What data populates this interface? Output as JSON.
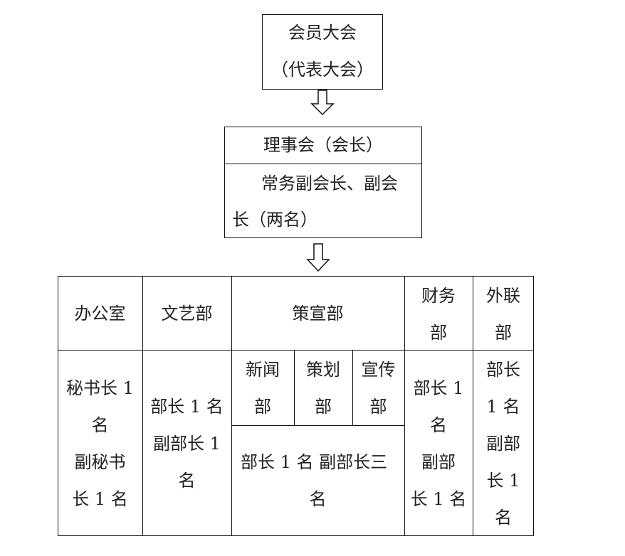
{
  "assembly": {
    "line1": "会员大会",
    "line2": "（代表大会）"
  },
  "council": {
    "title": "理事会（会长）",
    "body_line1": "常务副会长、副会",
    "body_line2": "长（两名）"
  },
  "departments": {
    "office": {
      "name": "办公室",
      "staff_line1": "秘书长 1",
      "staff_line2": "名",
      "staff_line3": "副秘书",
      "staff_line4": "长 1 名"
    },
    "arts": {
      "name": "文艺部",
      "staff_line1": "部长 1 名",
      "staff_line2": "副部长 1",
      "staff_line3": "名"
    },
    "planning": {
      "name": "策宣部",
      "sub_news_line1": "新闻",
      "sub_news_line2": "部",
      "sub_plan_line1": "策划",
      "sub_plan_line2": "部",
      "sub_promo_line1": "宣传",
      "sub_promo_line2": "部",
      "staff_line1": "部长 1 名  副部长三",
      "staff_line2": "名"
    },
    "finance": {
      "name_line1": "财务",
      "name_line2": "部",
      "staff_line1": "部长 1",
      "staff_line2": "名",
      "staff_line3": "副部",
      "staff_line4": "长 1 名"
    },
    "liaison": {
      "name_line1": "外联",
      "name_line2": "部",
      "staff_line1": "部长",
      "staff_line2": "1 名",
      "staff_line3": "副部",
      "staff_line4": "长 1",
      "staff_line5": "名"
    }
  }
}
